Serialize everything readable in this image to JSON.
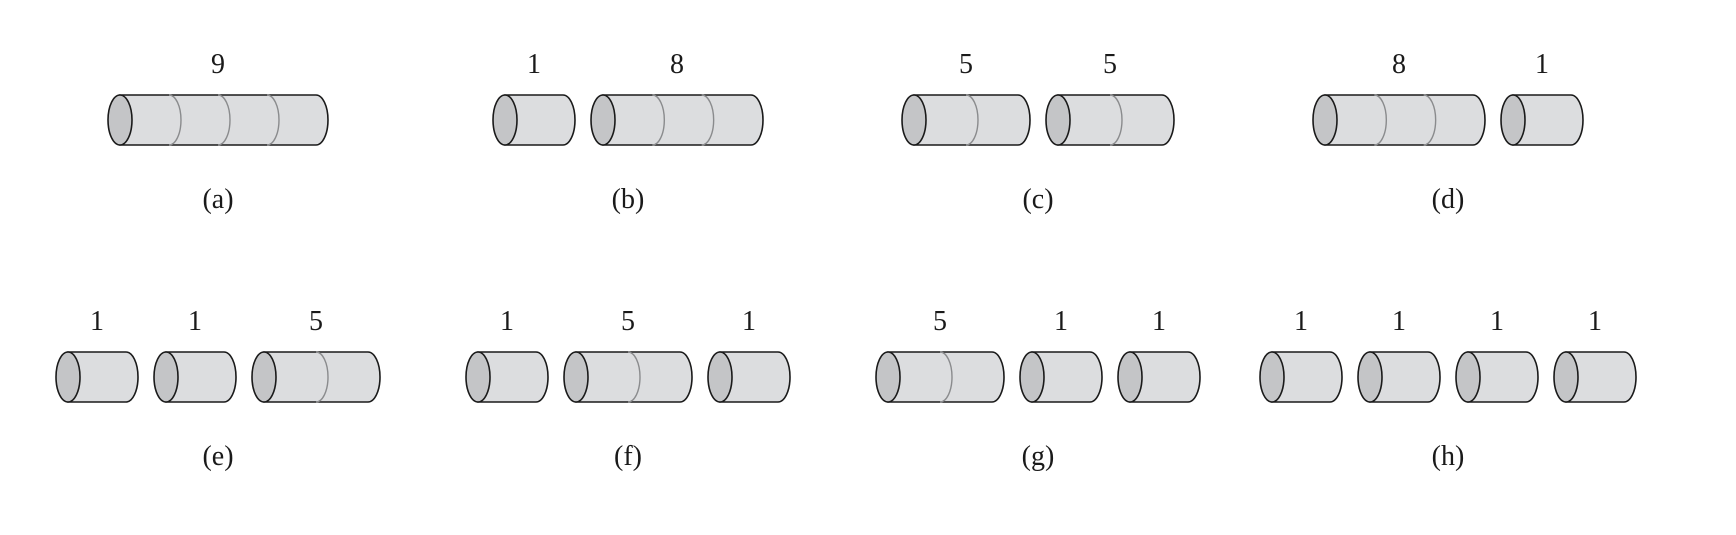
{
  "colors": {
    "body": "#dcdddf",
    "end_cap": "#c4c5c7",
    "outline": "#1a1a1a",
    "seam": "#8a8b8d",
    "text": "#1a1a1a"
  },
  "panels": [
    {
      "id": "a",
      "caption": "(a)",
      "rods": [
        {
          "length": 9,
          "label": "9"
        }
      ]
    },
    {
      "id": "b",
      "caption": "(b)",
      "rods": [
        {
          "length": 1,
          "label": "1"
        },
        {
          "length": 8,
          "label": "8"
        }
      ]
    },
    {
      "id": "c",
      "caption": "(c)",
      "rods": [
        {
          "length": 5,
          "label": "5"
        },
        {
          "length": 5,
          "label": "5"
        }
      ]
    },
    {
      "id": "d",
      "caption": "(d)",
      "rods": [
        {
          "length": 8,
          "label": "8"
        },
        {
          "length": 1,
          "label": "1"
        }
      ]
    },
    {
      "id": "e",
      "caption": "(e)",
      "rods": [
        {
          "length": 1,
          "label": "1"
        },
        {
          "length": 1,
          "label": "1"
        },
        {
          "length": 5,
          "label": "5"
        }
      ]
    },
    {
      "id": "f",
      "caption": "(f)",
      "rods": [
        {
          "length": 1,
          "label": "1"
        },
        {
          "length": 5,
          "label": "5"
        },
        {
          "length": 1,
          "label": "1"
        }
      ]
    },
    {
      "id": "g",
      "caption": "(g)",
      "rods": [
        {
          "length": 5,
          "label": "5"
        },
        {
          "length": 1,
          "label": "1"
        },
        {
          "length": 1,
          "label": "1"
        }
      ]
    },
    {
      "id": "h",
      "caption": "(h)",
      "rods": [
        {
          "length": 1,
          "label": "1"
        },
        {
          "length": 1,
          "label": "1"
        },
        {
          "length": 1,
          "label": "1"
        },
        {
          "length": 1,
          "label": "1"
        }
      ]
    }
  ]
}
